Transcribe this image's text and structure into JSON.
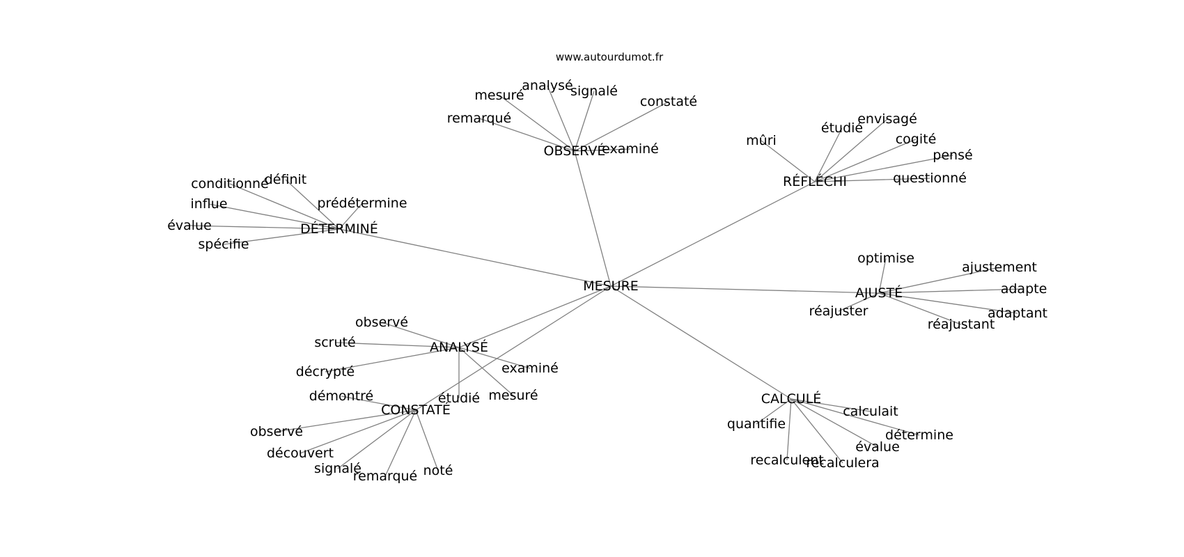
{
  "source": "www.autourdumot.fr",
  "center": {
    "id": "c",
    "label": "MESURE"
  },
  "groups": [
    {
      "id": "obs",
      "label": "OBSERVÉ",
      "children": [
        "remarqué",
        "mesuré",
        "analysé",
        "signalé",
        "constaté",
        "examiné"
      ]
    },
    {
      "id": "ref",
      "label": "RÉFLÉCHI",
      "children": [
        "mûri",
        "étudié",
        "envisagé",
        "cogité",
        "pensé",
        "questionné"
      ]
    },
    {
      "id": "det",
      "label": "DÉTERMINÉ",
      "children": [
        "conditionné",
        "définit",
        "influe",
        "prédétermine",
        "évalue",
        "spécifie"
      ]
    },
    {
      "id": "aju",
      "label": "AJUSTÉ",
      "children": [
        "optimise",
        "ajustement",
        "adapte",
        "réajuster",
        "adaptant",
        "réajustant"
      ]
    },
    {
      "id": "ana",
      "label": "ANALYSÉ",
      "children": [
        "observé",
        "scruté",
        "décrypté",
        "examiné",
        "mesuré",
        "étudié"
      ]
    },
    {
      "id": "con",
      "label": "CONSTATÉ",
      "children": [
        "démontré",
        "observé",
        "découvert",
        "signalé",
        "remarqué",
        "noté"
      ]
    },
    {
      "id": "cal",
      "label": "CALCULÉ",
      "children": [
        "calculait",
        "quantifie",
        "détermine",
        "évalue",
        "recalculent",
        "recalculera"
      ]
    }
  ]
}
